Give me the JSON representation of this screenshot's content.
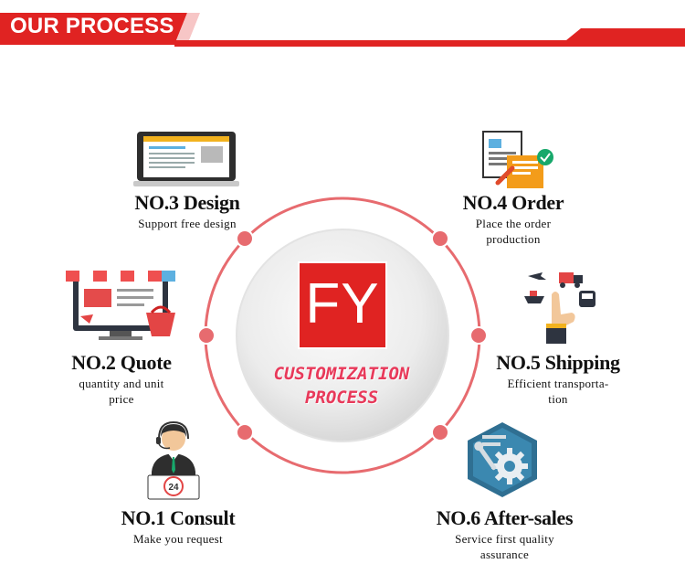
{
  "header": {
    "title": "OUR PROCESS"
  },
  "center": {
    "logo": "FY",
    "title_line1": "CUSTOMIZATION",
    "title_line2": "PROCESS"
  },
  "steps": [
    {
      "title": "NO.1 Consult",
      "desc1": "Make you request",
      "desc2": "",
      "icon": "customer-service-agent-icon"
    },
    {
      "title": "NO.2 Quote",
      "desc1": "quantity and unit",
      "desc2": "price",
      "icon": "online-shop-icon"
    },
    {
      "title": "NO.3 Design",
      "desc1": "Support free design",
      "desc2": "",
      "icon": "laptop-design-icon"
    },
    {
      "title": "NO.4 Order",
      "desc1": "Place the order",
      "desc2": "production",
      "icon": "order-document-icon"
    },
    {
      "title": "NO.5 Shipping",
      "desc1": "Efficient transporta-",
      "desc2": "tion",
      "icon": "global-shipping-icon"
    },
    {
      "title": "NO.6 After-sales",
      "desc1": "Service first quality",
      "desc2": "assurance",
      "icon": "gear-service-icon"
    }
  ],
  "colors": {
    "brand_red": "#e02322",
    "ring": "#e76b6f",
    "center_text": "#e8395a"
  }
}
